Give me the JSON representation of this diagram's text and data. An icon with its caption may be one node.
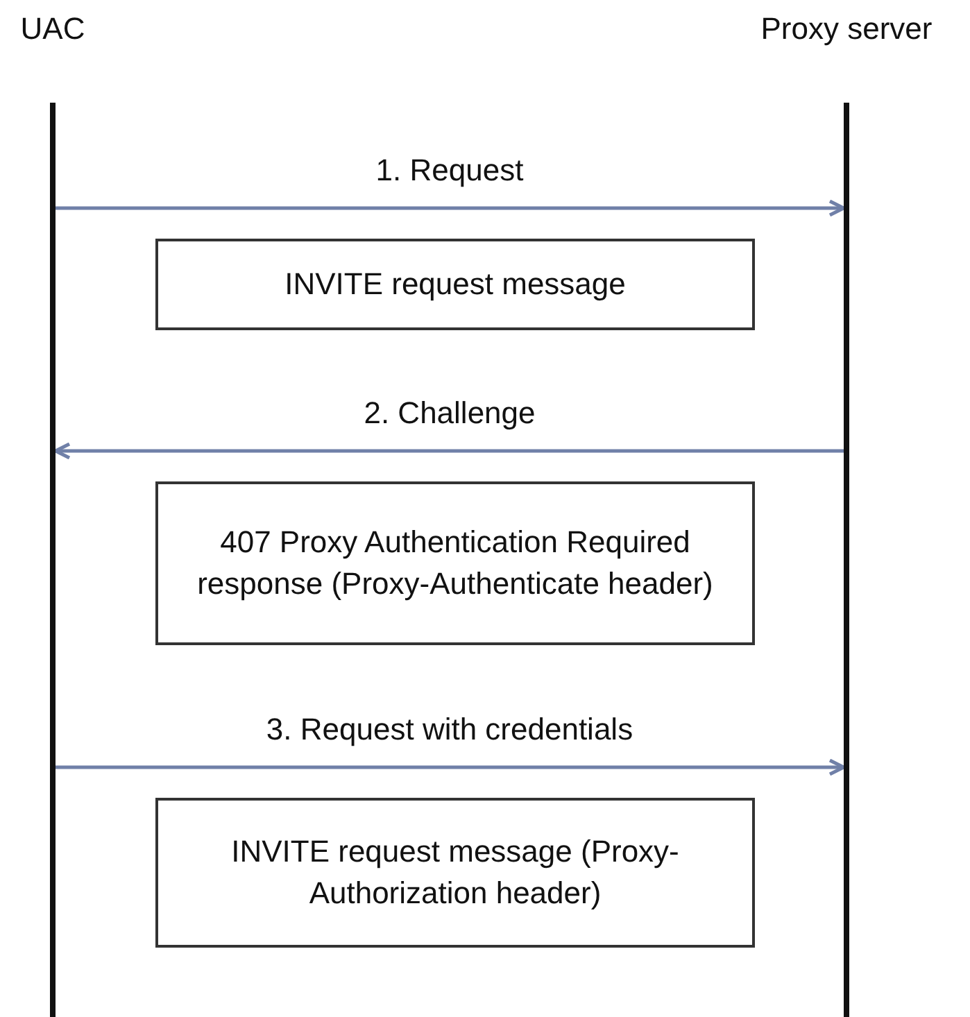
{
  "diagram": {
    "nodes": [
      {
        "text": [
          "UAC"
        ]
      },
      {
        "text": [
          "Proxy server"
        ]
      },
      {
        "text": [
          "INVITE request message"
        ]
      },
      {
        "text": [
          "407 Proxy Authentication Required response (Proxy-Authenticate header)"
        ]
      },
      {
        "text": [
          "INVITE request message (Proxy-Authorization header)"
        ]
      }
    ],
    "edges": [
      {
        "from": 0,
        "to": 1,
        "arrow": "to",
        "label": "1. Request"
      },
      {
        "from": 1,
        "to": 0,
        "arrow": "to",
        "label": "2. Challenge"
      },
      {
        "from": 0,
        "to": 1,
        "arrow": "to",
        "label": "3. Request with credentials"
      }
    ]
  }
}
